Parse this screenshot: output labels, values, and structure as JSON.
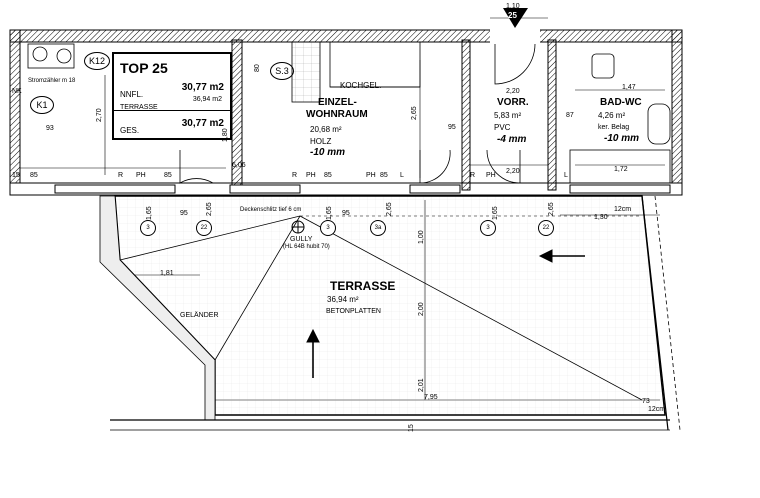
{
  "unit": {
    "title": "TOP 25",
    "nnfl_label": "NNFL.",
    "nnfl_value": "30,77 m2",
    "terrasse_label": "TERRASSE",
    "terrasse_value": "36,94 m2",
    "ges_label": "GES.",
    "ges_value": "30,77 m2"
  },
  "rooms": {
    "living": {
      "name1": "EINZEL-",
      "name2": "WOHNRAUM",
      "area": "20,68 m²",
      "floor": "HOLZ",
      "level": "-10 mm"
    },
    "hall": {
      "name": "VORR.",
      "area": "5,83 m²",
      "floor": "PVC",
      "level": "-4 mm"
    },
    "bath": {
      "name": "BAD-WC",
      "area": "4,26 m²",
      "floor": "ker. Belag",
      "level": "-10 mm"
    },
    "terrace": {
      "name": "TERRASSE",
      "area": "36,94 m²",
      "floor": "BETONPLATTEN"
    }
  },
  "labels": {
    "kochgel": "KOCHGEL.",
    "gelaender": "GELÄNDER",
    "deckenschlitz": "Deckenschlitz tief 6 cm",
    "gully1": "GULLY",
    "gully2": "(HL 64B hubit 70)",
    "stiege": "25",
    "k12": "K12",
    "k1": "K1",
    "s3": "S.3",
    "nk": "NK",
    "strom": "Stromzähler m 18"
  },
  "dimensions": {
    "d_110": "1,10",
    "d_220a": "2,20",
    "d_147": "1,47",
    "d_270": "2,70",
    "d_180": "1,80",
    "d_265": "2,65",
    "d_80": "80",
    "d_93": "93",
    "d_606": "6,06",
    "d_220b": "2,20",
    "d_172": "1,72",
    "d_130": "1,30",
    "d_12cm": "12cm",
    "d_181": "1,81",
    "d_100": "1,00",
    "d_200": "2,00",
    "d_201": "2,01",
    "d_795": "7,95",
    "d_73": "73",
    "d_12cm_b": "12cm",
    "d_165a": "1,65",
    "d_165b": "1,65",
    "d_165c": "1,65",
    "d_265b": "2,65",
    "d_265c": "2,65",
    "d_265d": "2,65",
    "d_15a": "15",
    "d_15b": "15",
    "d_95a": "95",
    "d_95b": "95",
    "d_85a": "85",
    "d_85b": "85",
    "d_85c": "85",
    "d_85d": "85",
    "d_95c": "95",
    "d_87": "87"
  },
  "marks": {
    "r": "R",
    "ph": "PH",
    "l": "L",
    "c3": "3",
    "c22": "22",
    "c3a": "3a"
  }
}
